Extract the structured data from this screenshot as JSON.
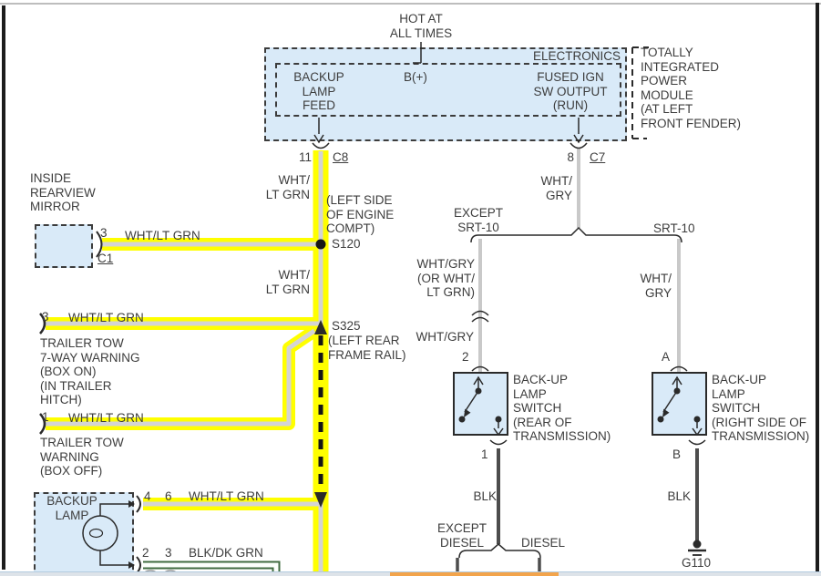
{
  "colors": {
    "wire_highlight_yellow": "#ffff00",
    "wire_white_core": "#d4d4d4",
    "wire_gray": "#c9c9c9",
    "wire_black": "#4d4d4d",
    "wire_dark_green": "#3f6b3f",
    "box_fill_blue": "#d9eaf8",
    "line_black": "#2a2a2a",
    "text": "#3d3d3d",
    "bottom_bar_orange": "#f2a44c"
  },
  "power": {
    "hot_at": "HOT AT\nALL TIMES"
  },
  "tipm": {
    "electronics": "ELECTRONICS",
    "backup_lamp_feed": "BACKUP\nLAMP\nFEED",
    "b_plus": "B(+)",
    "fused_ign": "FUSED IGN\nSW OUTPUT\n(RUN)",
    "module_label": "TOTALLY\nINTEGRATED\nPOWER\nMODULE\n(AT LEFT\nFRONT FENDER)",
    "pin_11": "11",
    "conn_c8": "C8",
    "pin_8": "8",
    "conn_c7": "C7"
  },
  "mirror": {
    "label": "INSIDE\nREARVIEW\nMIRROR",
    "pin_3": "3",
    "conn_c1": "C1",
    "wire": "WHT/LT GRN"
  },
  "splices": {
    "s120": "S120",
    "s120_loc": "(LEFT SIDE\nOF ENGINE\nCOMPT)",
    "s325": "S325",
    "s325_loc": "(LEFT REAR\nFRAME RAIL)"
  },
  "wires": {
    "wht_ltgrn_upper": "WHT/\nLT GRN",
    "wht_ltgrn_mid": "WHT/\nLT GRN",
    "wht_gry_c7": "WHT/\nGRY",
    "wht_gry_or": "WHT/GRY\n(OR WHT/\nLT GRN)",
    "wht_gry_left": "WHT/GRY",
    "wht_gry_right": "WHT/\nGRY",
    "blk_left": "BLK",
    "blk_right": "BLK",
    "wht_ltgrn_lamp": "WHT/LT GRN",
    "blk_dkgrn_lamp": "BLK/DK GRN"
  },
  "trailer": {
    "pin_3": "3",
    "wire_3": "WHT/LT GRN",
    "warn7": "TRAILER TOW\n7-WAY WARNING\n(BOX ON)\n(IN TRAILER\nHITCH)",
    "pin_1": "1",
    "wire_1": "WHT/LT GRN",
    "warn1": "TRAILER TOW\nWARNING\n(BOX OFF)"
  },
  "variants": {
    "except_srt10": "EXCEPT\nSRT-10",
    "srt10": "SRT-10",
    "except_diesel": "EXCEPT\nDIESEL",
    "diesel": "DIESEL"
  },
  "switches": {
    "pin_2": "2",
    "pin_a": "A",
    "left_label": "BACK-UP\nLAMP\nSWITCH\n(REAR OF\nTRANSMISSION)",
    "right_label": "BACK-UP\nLAMP\nSWITCH\n(RIGHT SIDE OF\nTRANSMISSION)",
    "pin_1": "1",
    "pin_b": "B"
  },
  "ground": {
    "g110": "G110"
  },
  "lamp": {
    "label": "BACKUP\nLAMP",
    "pin_4": "4",
    "pin_6": "6",
    "pin_2": "2",
    "pin_3": "3"
  }
}
